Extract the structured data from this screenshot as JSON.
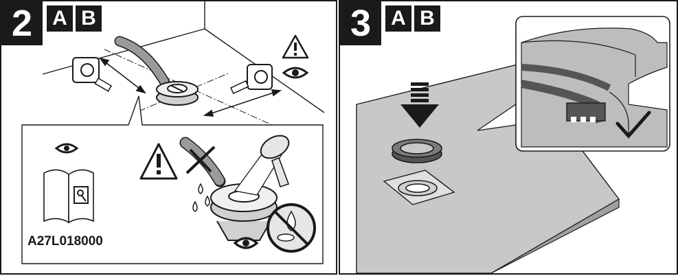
{
  "step_left": {
    "number": "2",
    "badges": [
      "A",
      "B"
    ],
    "part_code": "A27L018000"
  },
  "step_right": {
    "number": "3",
    "badges": [
      "A",
      "B"
    ]
  },
  "icons": {
    "warning": "warning-triangle-icon",
    "eye": "eye-icon",
    "manual": "instruction-manual-icon",
    "no_water": "no-water-icon",
    "check": "checkmark-icon",
    "arrow": "down-arrow-icon"
  },
  "colors": {
    "ink": "#1a1a1a",
    "panel_bg": "#ffffff",
    "surface": "#c8c8c8",
    "gasket": "#555555"
  }
}
